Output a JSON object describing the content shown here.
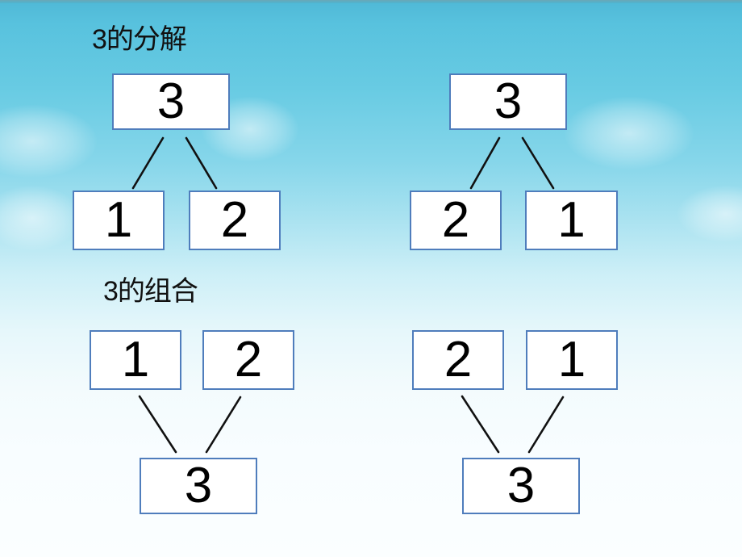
{
  "slide": {
    "colors": {
      "sky_top": "#4fb8d6",
      "sky_bottom": "#fbfeff",
      "box_border": "#4f7dbc",
      "box_fill": "#ffffff",
      "text": "#000000",
      "line": "#111111"
    },
    "decomposition": {
      "heading": "3的分解",
      "trees": [
        {
          "whole": "3",
          "parts": [
            "1",
            "2"
          ]
        },
        {
          "whole": "3",
          "parts": [
            "2",
            "1"
          ]
        }
      ]
    },
    "composition": {
      "heading": "3的组合",
      "trees": [
        {
          "parts": [
            "1",
            "2"
          ],
          "whole": "3"
        },
        {
          "parts": [
            "2",
            "1"
          ],
          "whole": "3"
        }
      ]
    }
  }
}
